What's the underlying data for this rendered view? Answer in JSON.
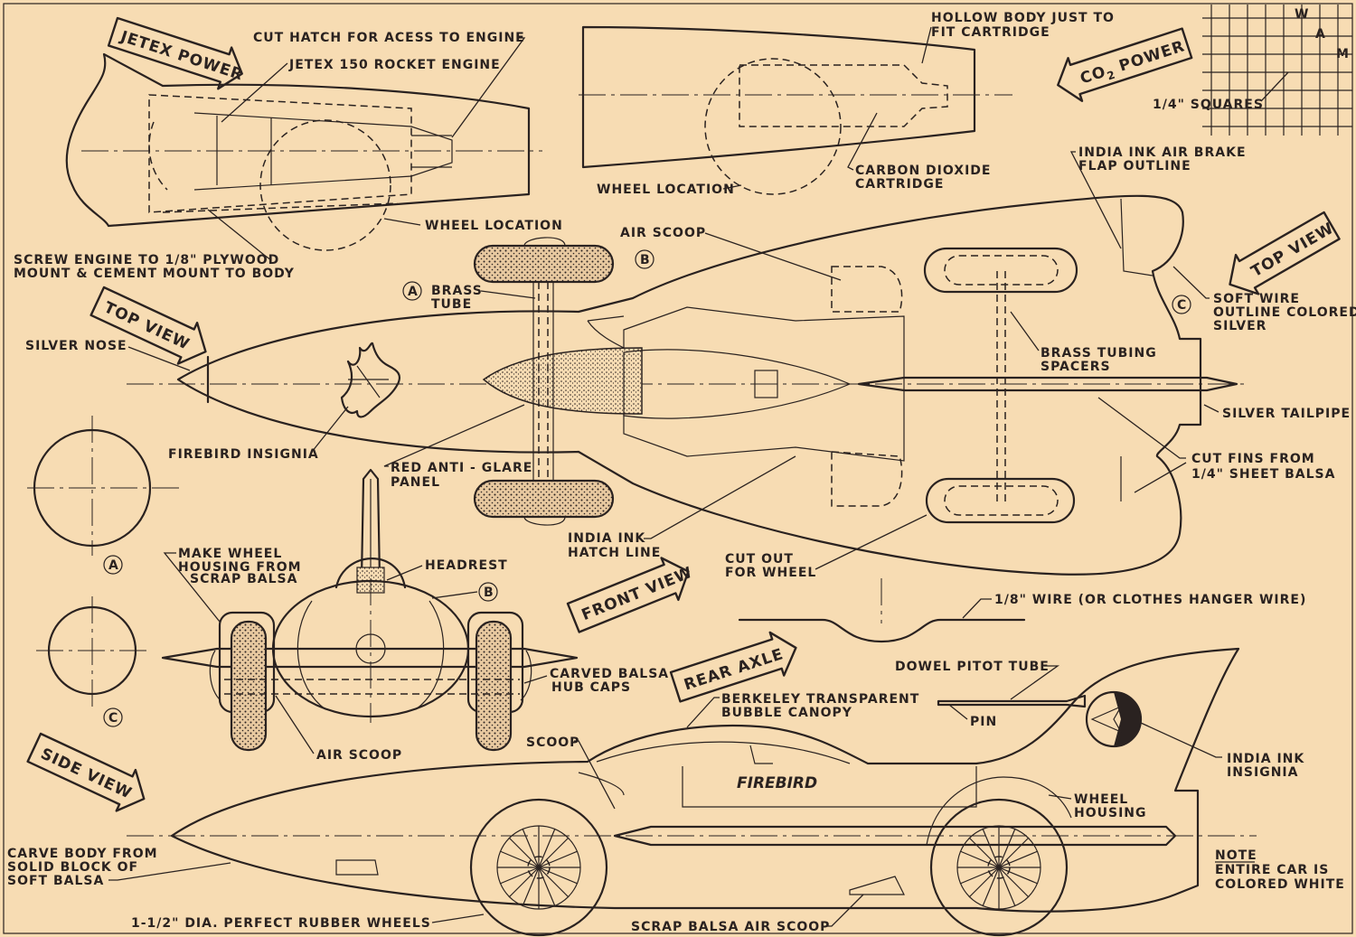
{
  "arrows": {
    "jetex_power": "JETEX POWER",
    "co2_power_main": "CO",
    "co2_power_sub": "2",
    "co2_power_rest": " POWER",
    "top_view_left": "TOP VIEW",
    "top_view_right": "TOP VIEW",
    "front_view": "FRONT VIEW",
    "rear_axle": "REAR AXLE",
    "side_view": "SIDE VIEW"
  },
  "grid": {
    "initials": [
      "W",
      "A",
      "M"
    ],
    "squares_label": "1/4\" SQUARES"
  },
  "labels": {
    "cut_hatch": "CUT HATCH FOR ACESS TO ENGINE",
    "jetex_engine": "JETEX 150 ROCKET ENGINE",
    "wheel_location_left": "WHEEL LOCATION",
    "screw_engine_1": "SCREW ENGINE TO 1/8\" PLYWOOD",
    "screw_engine_2": "MOUNT & CEMENT MOUNT TO BODY",
    "hollow_body_1": "HOLLOW BODY JUST TO",
    "hollow_body_2": "FIT CARTRIDGE",
    "wheel_location_right": "WHEEL LOCATION",
    "carbon_dioxide_1": "CARBON DIOXIDE",
    "carbon_dioxide_2": "CARTRIDGE",
    "air_brake_1": "INDIA INK AIR BRAKE",
    "air_brake_2": "FLAP OUTLINE",
    "air_scoop_top": "AIR SCOOP",
    "brass_tube_1": "BRASS",
    "brass_tube_2": "TUBE",
    "silver_nose": "SILVER NOSE",
    "soft_wire_1": "SOFT WIRE",
    "soft_wire_2": "OUTLINE COLORED",
    "soft_wire_3": "SILVER",
    "brass_spacers_1": "BRASS TUBING",
    "brass_spacers_2": "SPACERS",
    "silver_tailpipe": "SILVER TAILPIPE",
    "cut_fins_1": "CUT FINS FROM",
    "cut_fins_2": "1/4\" SHEET BALSA",
    "firebird_insignia": "FIREBIRD INSIGNIA",
    "anti_glare_1": "RED ANTI - GLARE",
    "anti_glare_2": "PANEL",
    "hatch_line_1": "INDIA INK",
    "hatch_line_2": "HATCH LINE",
    "cut_out_1": "CUT OUT",
    "cut_out_2": "FOR WHEEL",
    "wheel_housing_1": "MAKE WHEEL",
    "wheel_housing_2": "HOUSING FROM",
    "wheel_housing_3": "SCRAP BALSA",
    "headrest": "HEADREST",
    "wire": "1/8\" WIRE (OR CLOTHES HANGER WIRE)",
    "hub_caps_1": "CARVED BALSA",
    "hub_caps_2": "HUB CAPS",
    "air_scoop_front": "AIR SCOOP",
    "pitot_tube": "DOWEL PITOT TUBE",
    "canopy_1": "BERKELEY TRANSPARENT",
    "canopy_2": "BUBBLE CANOPY",
    "pin": "PIN",
    "scoop": "SCOOP",
    "insignia_1": "INDIA INK",
    "insignia_2": "INSIGNIA",
    "side_wheel_housing_1": "WHEEL",
    "side_wheel_housing_2": "HOUSING",
    "carve_body_1": "CARVE BODY FROM",
    "carve_body_2": "SOLID BLOCK OF",
    "carve_body_3": "SOFT BALSA",
    "firebird_side": "FIREBIRD",
    "note_title": "NOTE",
    "note_1": "ENTIRE CAR IS",
    "note_2": "COLORED WHITE",
    "rubber_wheels": "1-1/2\" DIA. PERFECT RUBBER WHEELS",
    "scrap_scoop": "SCRAP BALSA AIR SCOOP"
  },
  "callouts": {
    "a": "A",
    "b": "B",
    "c": "C"
  },
  "colors": {
    "paper": "#f7dcb3",
    "ink": "#2a2220"
  }
}
